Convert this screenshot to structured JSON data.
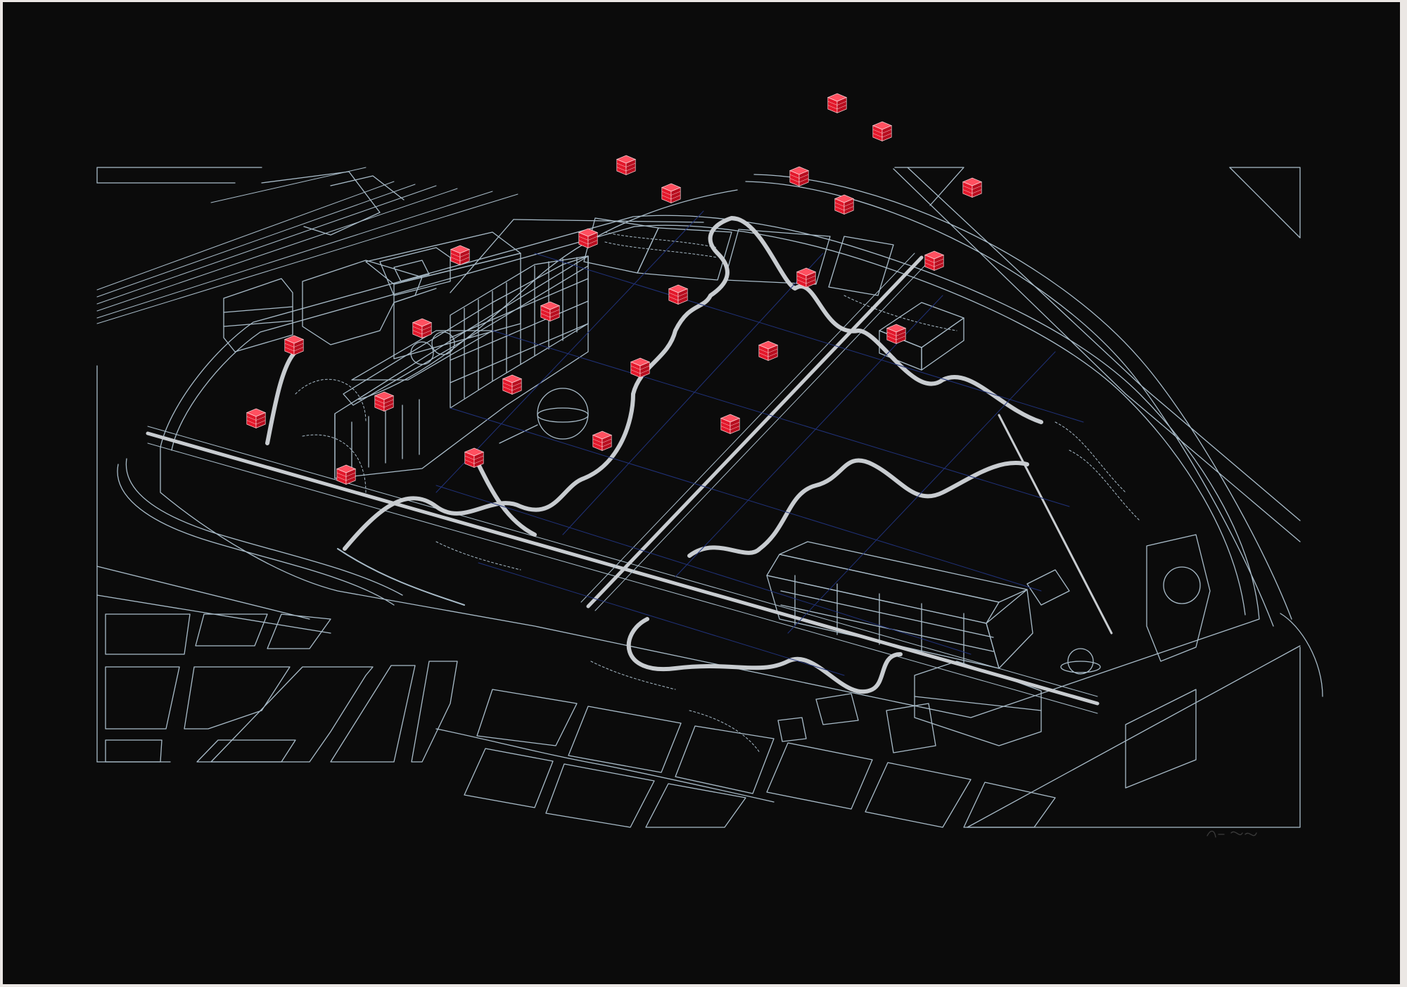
{
  "colors": {
    "paper_edge": "#ebe7e4",
    "sheet": "#0b0b0b",
    "linework": "#a9bcc9",
    "promenade": "#c8ccd0",
    "folie_red": "#e3182b",
    "folie_grid": "#20327a",
    "signature": "#3c3c3c"
  },
  "folies": [
    {
      "row": 0,
      "col": 1
    },
    {
      "row": 0,
      "col": 3
    },
    {
      "row": 0,
      "col": 5
    },
    {
      "row": 1,
      "col": 0
    },
    {
      "row": 1,
      "col": 2
    },
    {
      "row": 1,
      "col": 4
    },
    {
      "row": 1,
      "col": 5
    },
    {
      "row": 1,
      "col": 7
    },
    {
      "row": 2,
      "col": 1
    },
    {
      "row": 2,
      "col": 3
    },
    {
      "row": 2,
      "col": 6
    },
    {
      "row": 2,
      "col": 7
    },
    {
      "row": 3,
      "col": 0
    },
    {
      "row": 3,
      "col": 2
    },
    {
      "row": 3,
      "col": 4
    },
    {
      "row": 3,
      "col": 6
    },
    {
      "row": 4,
      "col": 1
    },
    {
      "row": 4,
      "col": 3
    },
    {
      "row": 4,
      "col": 5
    },
    {
      "row": 4,
      "col": 7
    },
    {
      "row": 5,
      "col": 2
    },
    {
      "row": 5,
      "col": 4
    },
    {
      "row": 5,
      "col": 6
    },
    {
      "row": 6,
      "col": 3
    },
    {
      "row": 6,
      "col": 5
    }
  ]
}
